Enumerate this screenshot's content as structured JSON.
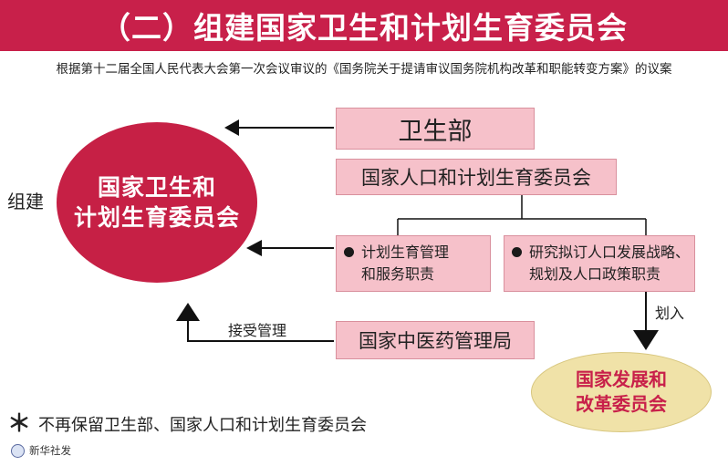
{
  "header": {
    "title": "（二）组建国家卫生和计划生育委员会"
  },
  "subtitle": "根据第十二届全国人民代表大会第一次会议审议的《国务院关于提请审议国务院机构改革和职能转变方案》的议案",
  "side_label": "组建",
  "main_circle": {
    "line1": "国家卫生和",
    "line2": "计划生育委员会"
  },
  "boxes": {
    "weisheng": "卫生部",
    "jisheng": "国家人口和计划生育委员会",
    "duty": {
      "line1": "计划生育管理",
      "line2": "和服务职责"
    },
    "research": {
      "line1": "研究拟订人口发展战略、",
      "line2": "规划及人口政策职责"
    },
    "tcm": "国家中医药管理局"
  },
  "labels": {
    "accept": "接受管理",
    "transfer": "划入"
  },
  "ndrc": {
    "line1": "国家发展和",
    "line2": "改革委员会"
  },
  "note": {
    "symbol": "＊",
    "text": "不再保留卫生部、国家人口和计划生育委员会"
  },
  "footer": {
    "source": "新华社发"
  },
  "colors": {
    "header": "#c8204a",
    "circle": "#c62045",
    "box": "#f6c1ca",
    "ndrc": "#f0e2a8"
  }
}
